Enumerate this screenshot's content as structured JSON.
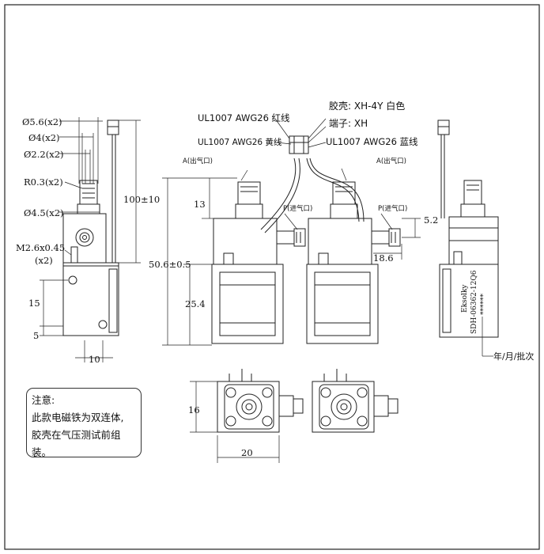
{
  "labels": {
    "d56": "Ø5.6(x2)",
    "d4": "Ø4(x2)",
    "d22": "Ø2.2(x2)",
    "r03": "R0.3(x2)",
    "d45": "Ø4.5(x2)",
    "m26a": "M2.6x0.45",
    "m26b": "(x2)",
    "dim15": "15",
    "dim5": "5",
    "dim10": "10",
    "dim100": "100±10",
    "dim13": "13",
    "dim506": "50.6±0.5",
    "dim254": "25.4",
    "dim52": "5.2",
    "dim186": "18.6",
    "dim16": "16",
    "dim20": "20",
    "wire_red": "UL1007  AWG26  红线",
    "wire_yellow": "UL1007  AWG26  黄线",
    "wire_blue": "UL1007  AWG26  蓝线",
    "housing": "胶壳: XH-4Y  白色",
    "terminal": "端子: XH",
    "port_a1": "A(出气口)",
    "port_a2": "A(出气口)",
    "port_p1": "P(进气口)",
    "port_p2": "P(进气口)",
    "side_brand": "Eksolky",
    "side_model": "SDH-06362-12Q6",
    "side_stars": "******",
    "date_label": "年/月/批次"
  },
  "note": {
    "title": "注意:",
    "line1": "此款电磁铁为双连体,",
    "line2": "胶壳在气压测试前组装。"
  }
}
